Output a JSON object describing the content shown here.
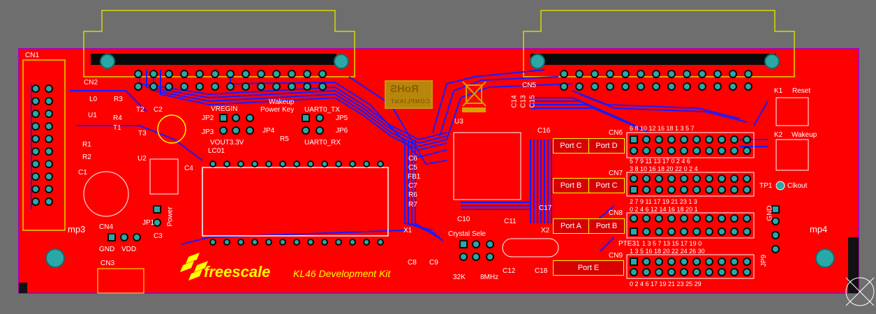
{
  "board": {
    "brand": "freescale",
    "kit_title": "KL46 Development Kit",
    "rohs_title": "RoHS",
    "rohs_sub": "COMPLIANT"
  },
  "connectors": {
    "cn1": "CN1",
    "cn2": "CN2",
    "cn3": "CN3",
    "cn4": "CN4",
    "cn5": "CN5",
    "cn6": "CN6",
    "cn7": "CN7",
    "cn8": "CN8",
    "cn9": "CN9"
  },
  "parts": {
    "u1": "U1",
    "u2": "U2",
    "u3": "U3",
    "l0": "L0",
    "r3": "R3",
    "r4": "R4",
    "t1": "T1",
    "t2": "T2",
    "t3": "T3",
    "c2": "C2",
    "c1": "C1",
    "c4": "C4",
    "c3": "C3",
    "r1": "R1",
    "r2": "R2",
    "r5": "R5",
    "jp1": "JP1",
    "jp2": "JP2",
    "jp3": "JP3",
    "jp4": "JP4",
    "jp5": "JP5",
    "jp6": "JP6",
    "jp9": "JP9",
    "lc01": "LC01",
    "x1": "X1",
    "x2": "X2",
    "tp1": "TP1",
    "k1": "K1",
    "k2": "K2",
    "c5": "C5",
    "c6": "C6",
    "c7": "C7",
    "fb1": "FB1",
    "r6": "R6",
    "r7": "R7",
    "c8": "C8",
    "c9": "C9",
    "c10": "C10",
    "c11": "C11",
    "c12": "C12",
    "c13": "C13",
    "c14": "C14",
    "c15": "C15",
    "c16": "C16",
    "c17": "C17",
    "c18": "C18",
    "mp3": "mp3",
    "mp4": "mp4"
  },
  "labels": {
    "vregin": "VREGIN",
    "vout": "VOUT3.3V",
    "wakeup_top": "Wakeup",
    "power_key": "Power  Key",
    "uart0_tx": "UART0_TX",
    "uart0_rx": "UART0_RX",
    "gnd": "GND",
    "vdd": "VDD",
    "power": "Power",
    "crystal": "Crystal Sele",
    "f32k": "32K",
    "f8m": "8MHz",
    "reset": "Reset",
    "wakeup": "Wakeup",
    "clkout": "Clkout",
    "gnd_v": "GND",
    "pte31": "PTE31"
  },
  "ports": {
    "cn6_a": "Port C",
    "cn6_b": "Port D",
    "cn7_a": "Port B",
    "cn7_b": "Port C",
    "cn8_a": "Port A",
    "cn8_b": "Port B",
    "cn9_a": "Port E"
  },
  "pin_numbers": {
    "cn6_top": "6  8  10  12  16  18   1    3   5   7",
    "cn6_bot": "5  7   9  11  13  17   0    2   4   6",
    "cn7_top": "3  8  10  16  18  20  22   0   2   4",
    "cn7_bot": "2  7   9  11  17  19  21  23   1   3",
    "cn8_top": "0  2   4   6  12  14  16  18  20   1",
    "cn8_bot": "1  3   5  16  18  20  22  24  26  30",
    "cn9_top": "1  3   5   7  13  15  17  19   0",
    "cn9_bot": "0  2   4   6  17  19  21  23  25  29"
  },
  "colors": {
    "background": "#6e6e6e",
    "board": "#ff0000",
    "trace": "#1a1aff",
    "silk": "#ffffff",
    "overlay": "#ffff00",
    "pad": "#2aa8a8"
  }
}
